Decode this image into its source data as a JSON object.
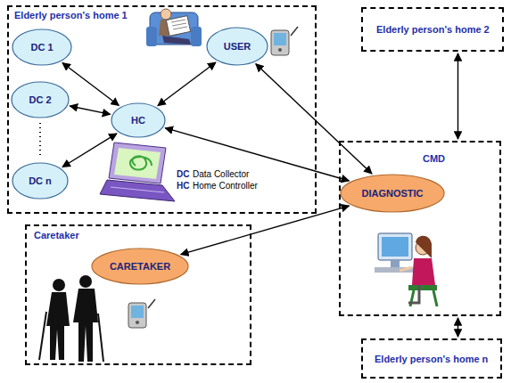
{
  "diagram": {
    "nodes": [
      {
        "text": [
          "Elderly person's home 1"
        ]
      },
      {
        "text": [
          "DC 1"
        ],
        "in": 0
      },
      {
        "text": [
          "USER"
        ],
        "in": 0
      },
      {
        "text": [
          "DC 2"
        ],
        "in": 0
      },
      {
        "text": [
          "HC"
        ],
        "in": 0
      },
      {
        "text": [
          "DC n"
        ],
        "in": 0
      },
      {
        "text": [
          "Elderly person's home 2"
        ]
      },
      {
        "text": [
          "CMD"
        ]
      },
      {
        "text": [
          "DIAGNOSTIC"
        ],
        "in": 7
      },
      {
        "text": [
          "Caretaker"
        ]
      },
      {
        "text": [
          "CARETAKER"
        ],
        "in": 9
      },
      {
        "text": [
          "Elderly person's home n"
        ]
      }
    ],
    "edges": [
      {
        "from": 1,
        "to": 4,
        "arrow": "both"
      },
      {
        "from": 3,
        "to": 4,
        "arrow": "both"
      },
      {
        "from": 5,
        "to": 4,
        "arrow": "both"
      },
      {
        "from": 2,
        "to": 4,
        "arrow": "both"
      },
      {
        "from": 2,
        "to": 8,
        "arrow": "both"
      },
      {
        "from": 4,
        "to": 8,
        "arrow": "both"
      },
      {
        "from": 6,
        "to": 7,
        "arrow": "both"
      },
      {
        "from": 8,
        "to": 10,
        "arrow": "both"
      },
      {
        "from": 7,
        "to": 11,
        "arrow": "both"
      }
    ],
    "labels": [
      "DC",
      "Data Collector",
      "HC",
      "Home Controller"
    ]
  }
}
